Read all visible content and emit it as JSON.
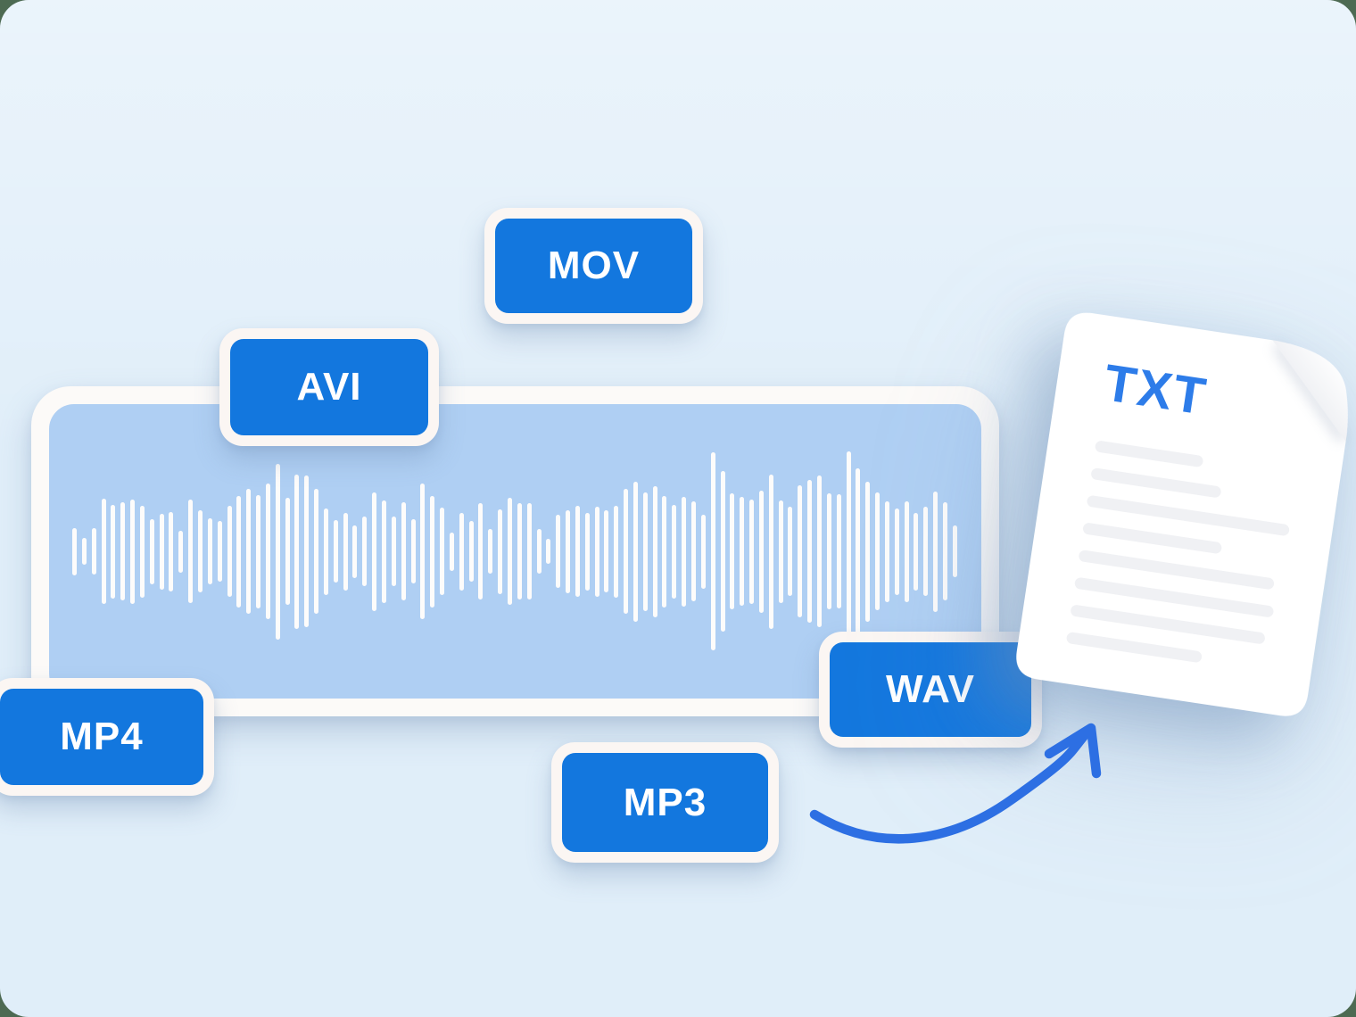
{
  "badges": [
    {
      "id": "mov",
      "label": "MOV"
    },
    {
      "id": "avi",
      "label": "AVI"
    },
    {
      "id": "mp4",
      "label": "MP4"
    },
    {
      "id": "mp3",
      "label": "MP3"
    },
    {
      "id": "wav",
      "label": "WAV"
    }
  ],
  "document": {
    "title": "TXT",
    "line_widths": [
      122,
      147,
      229,
      157,
      221,
      225,
      220,
      153
    ]
  },
  "waveform": {
    "bars": [
      53,
      30,
      52,
      118,
      105,
      110,
      117,
      103,
      73,
      85,
      89,
      47,
      116,
      92,
      74,
      68,
      102,
      125,
      140,
      127,
      152,
      197,
      120,
      173,
      170,
      140,
      97,
      70,
      87,
      59,
      78,
      133,
      115,
      78,
      110,
      72,
      152,
      125,
      98,
      43,
      87,
      68,
      108,
      50,
      95,
      120,
      108,
      108,
      50,
      28,
      82,
      93,
      102,
      87,
      101,
      92,
      103,
      140,
      157,
      133,
      147,
      125,
      105,
      123,
      112,
      83,
      222,
      180,
      130,
      122,
      117,
      137,
      173,
      115,
      100,
      148,
      160,
      170,
      130,
      128,
      225,
      187,
      157,
      132,
      113,
      97,
      113,
      87,
      100,
      135,
      110,
      58
    ]
  },
  "colors": {
    "outer_bg": "#4d6a52",
    "canvas_bg": "#e0eef9",
    "badge_blue": "#1377de",
    "badge_border": "#fbf6f3",
    "panel_border": "#fcfaf8",
    "panel_fill": "#afcff3",
    "bar_white": "#fdfcfb",
    "arrow_blue": "#2d6fe3",
    "txt_blue": "#2d7ce9",
    "doc_line": "#f0f1f4",
    "doc_white": "#ffffff"
  }
}
